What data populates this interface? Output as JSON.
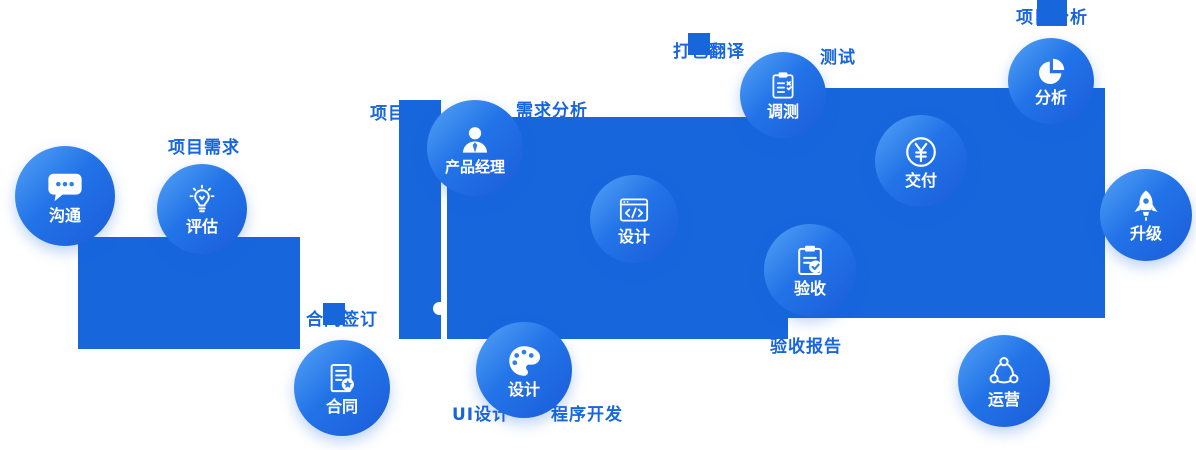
{
  "colors": {
    "accent": "#1766DC",
    "node_gradient_start": "#55A3F6",
    "node_gradient_end": "#1A5CD9",
    "icon_detail": "#2F80E4",
    "node_label_text": "#FFFFFF"
  },
  "nodes": [
    {
      "label": "沟通",
      "icon": "chat-bubble-icon"
    },
    {
      "label": "评估",
      "icon": "lightbulb-icon"
    },
    {
      "label": "合同",
      "icon": "contract-document-icon"
    },
    {
      "label": "产品经理",
      "icon": "product-manager-icon"
    },
    {
      "label": "设计",
      "icon": "palette-icon"
    },
    {
      "label": "设计",
      "icon": "code-window-icon"
    },
    {
      "label": "调测",
      "icon": "clipboard-list-icon"
    },
    {
      "label": "验收",
      "icon": "clipboard-check-icon"
    },
    {
      "label": "交付",
      "icon": "yuan-coin-icon"
    },
    {
      "label": "分析",
      "icon": "pie-chart-icon"
    },
    {
      "label": "升级",
      "icon": "rocket-icon"
    },
    {
      "label": "运营",
      "icon": "network-icon"
    }
  ],
  "captions": [
    {
      "text": "项目需求"
    },
    {
      "text": "合同签订"
    },
    {
      "text": "项目启动"
    },
    {
      "text": "需求分析"
    },
    {
      "text": "UI设计"
    },
    {
      "text": "程序开发"
    },
    {
      "text": "打包翻译"
    },
    {
      "text": "测试"
    },
    {
      "text": "项目分析"
    },
    {
      "text": "验收报告"
    }
  ]
}
